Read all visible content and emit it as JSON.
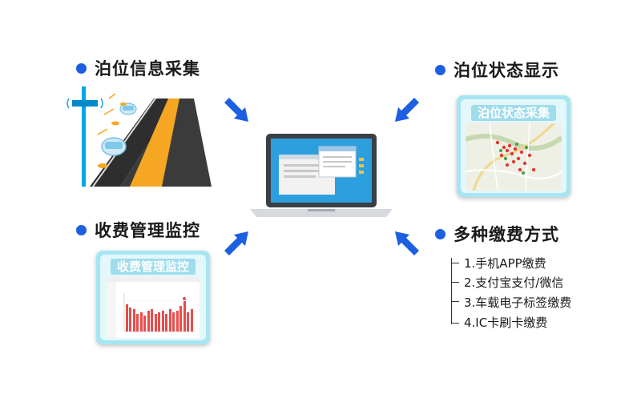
{
  "sections": {
    "info_collect": "泊位信息采集",
    "status_display": "泊位状态显示",
    "fee_monitor": "收费管理监控",
    "payment_methods": "多种缴费方式"
  },
  "cards": {
    "map_card_title": "泊位状态采集",
    "chart_card_title": "收费管理监控"
  },
  "payment_list": [
    "1.手机APP缴费",
    "2.支付宝支付/微信",
    "3.车载电子标签缴费",
    "4.IC卡刷卡缴费"
  ],
  "colors": {
    "accent_blue": "#1c5fe0",
    "card_cyan": "#a6e6f3",
    "road_orange": "#f5a623",
    "bar_red": "#e84c4c"
  }
}
